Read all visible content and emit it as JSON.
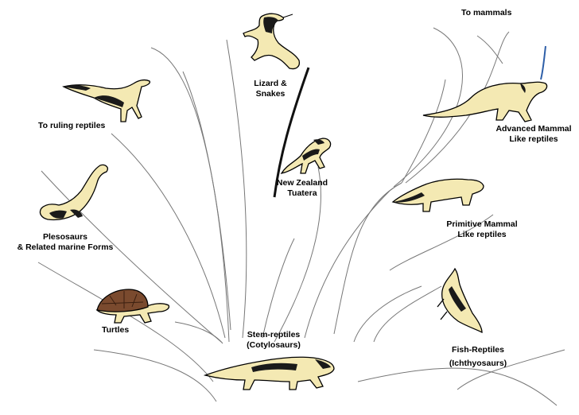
{
  "labels": {
    "to_mammals": "To mammals",
    "lizard": [
      "Lizard &",
      "Snakes"
    ],
    "ruling": "To ruling reptiles",
    "advanced": [
      "Advanced Mammal",
      "Like reptiles"
    ],
    "tuatera": [
      "New Zealand",
      "Tuatera"
    ],
    "primitive": [
      "Primitive Mammal",
      "Like reptiles"
    ],
    "plesiosaurs": [
      "Plesosaurs",
      "& Related marine Forms"
    ],
    "turtles": "Turtles",
    "stem": [
      "Stem-reptiles",
      "(Cotylosaurs)"
    ],
    "fish": [
      "Fish-Reptiles",
      "(Ichthyosaurs)"
    ]
  },
  "icons": [
    "ruling-reptile-icon",
    "lizard-icon",
    "mammal-like-reptile-icon",
    "tuatera-icon",
    "primitive-mammal-like-icon",
    "plesiosaur-icon",
    "turtle-icon",
    "stem-reptile-icon",
    "ichthyosaur-icon"
  ],
  "colors": {
    "animal_fill": "#f4e9b3",
    "branch_line": "#777777",
    "turtle_shell": "#7a4a2e",
    "accent_line": "#2e5fa8"
  }
}
